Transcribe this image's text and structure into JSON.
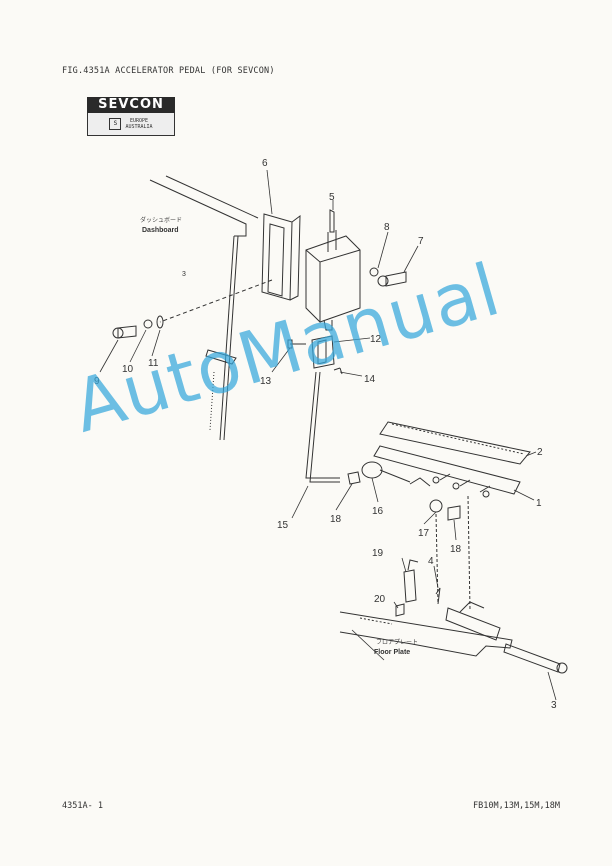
{
  "header": {
    "title": "FIG.4351A ACCELERATOR PEDAL (FOR SEVCON)"
  },
  "logo": {
    "brand": "SEVCON",
    "sub1": "EUROPE",
    "sub2": "AUSTRALIA"
  },
  "labels": {
    "dashboard_jp": "ダッシュボード",
    "dashboard_en": "Dashboard",
    "floor_jp": "フロアプレート",
    "floor_en": "Floor Plate",
    "mark": "3"
  },
  "part_numbers": [
    "1",
    "2",
    "3",
    "4",
    "5",
    "6",
    "7",
    "8",
    "9",
    "10",
    "11",
    "12",
    "13",
    "14",
    "15",
    "16",
    "17",
    "18",
    "18",
    "19",
    "20"
  ],
  "watermark": "AutoManual",
  "footer": {
    "left": "4351A- 1",
    "right": "FB10M,13M,15M,18M"
  }
}
